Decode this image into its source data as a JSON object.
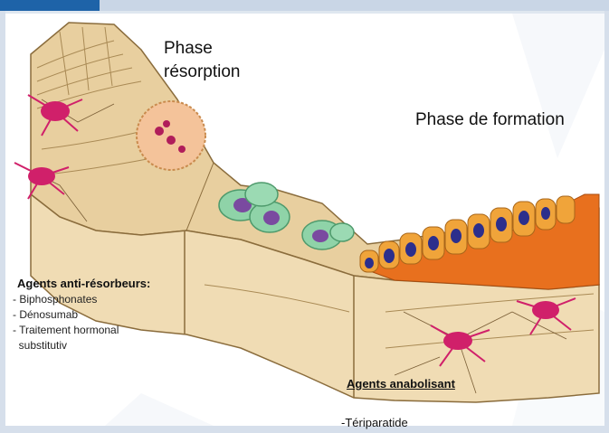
{
  "labels": {
    "phase_resorption_line1": "Phase",
    "phase_resorption_line2": "résorption",
    "phase_formation": "Phase de formation"
  },
  "anti_resorptive": {
    "title": "Agents anti-résorbeurs:",
    "items": [
      "- Biphosphonates",
      "- Dénosumab",
      "- Traitement hormonal",
      "  substitutiv"
    ]
  },
  "anabolic": {
    "title": "Agents anabolisant",
    "items": [
      "-Tériparatide"
    ]
  },
  "colors": {
    "bone_beige": "#e8cf9f",
    "bone_dark": "#d1b27a",
    "osteoblast_orange": "#f0a43a",
    "osteoid_orange": "#e8701e",
    "nucleus_blue": "#2c2f8c",
    "osteocyte_magenta": "#d0206a",
    "osteoclast_peach": "#f4c39a",
    "macrophage_green": "#8fd3a8",
    "macrophage_purple": "#7a4aa0",
    "accent_blue": "#1e63a8"
  }
}
